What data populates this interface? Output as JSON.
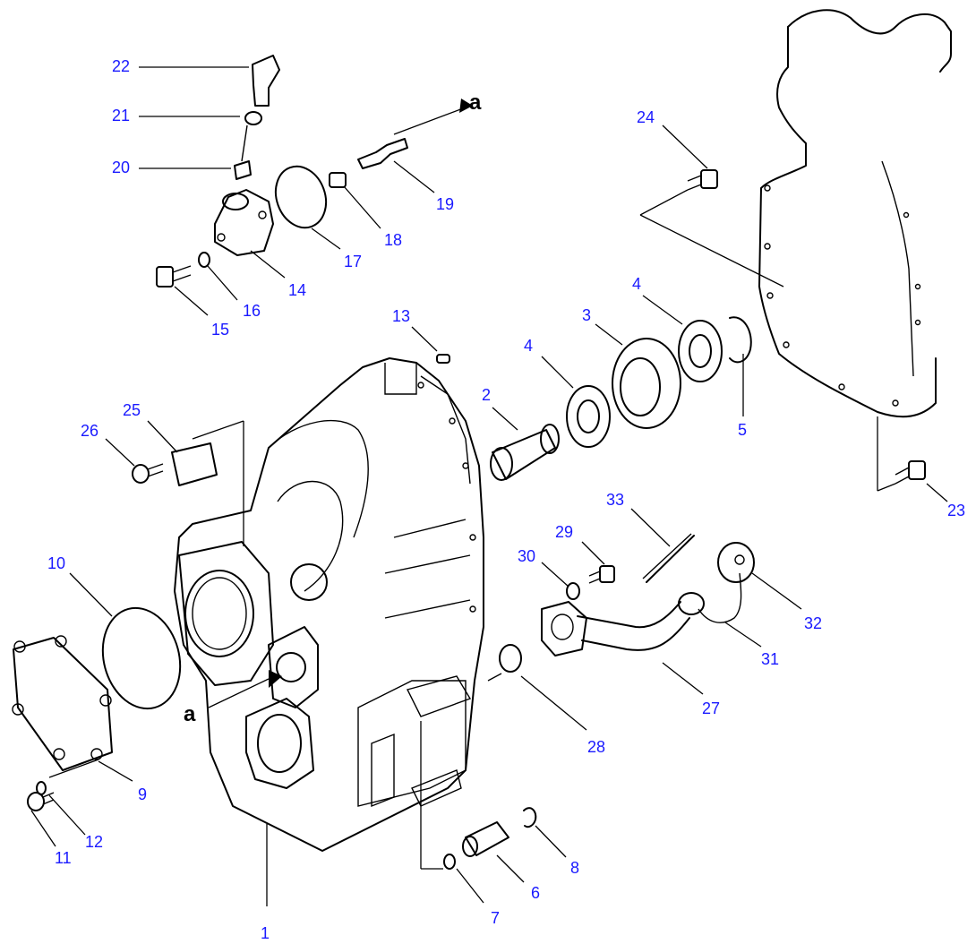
{
  "diagram": {
    "callouts": [
      {
        "id": "c1",
        "text": "1"
      },
      {
        "id": "c2",
        "text": "2"
      },
      {
        "id": "c3",
        "text": "3"
      },
      {
        "id": "c4a",
        "text": "4"
      },
      {
        "id": "c4b",
        "text": "4"
      },
      {
        "id": "c5",
        "text": "5"
      },
      {
        "id": "c6",
        "text": "6"
      },
      {
        "id": "c7",
        "text": "7"
      },
      {
        "id": "c8",
        "text": "8"
      },
      {
        "id": "c9",
        "text": "9"
      },
      {
        "id": "c10",
        "text": "10"
      },
      {
        "id": "c11",
        "text": "11"
      },
      {
        "id": "c12",
        "text": "12"
      },
      {
        "id": "c13",
        "text": "13"
      },
      {
        "id": "c14",
        "text": "14"
      },
      {
        "id": "c15",
        "text": "15"
      },
      {
        "id": "c16",
        "text": "16"
      },
      {
        "id": "c17",
        "text": "17"
      },
      {
        "id": "c18",
        "text": "18"
      },
      {
        "id": "c19",
        "text": "19"
      },
      {
        "id": "c20",
        "text": "20"
      },
      {
        "id": "c21",
        "text": "21"
      },
      {
        "id": "c22",
        "text": "22"
      },
      {
        "id": "c23",
        "text": "23"
      },
      {
        "id": "c24",
        "text": "24"
      },
      {
        "id": "c25",
        "text": "25"
      },
      {
        "id": "c26",
        "text": "26"
      },
      {
        "id": "c27",
        "text": "27"
      },
      {
        "id": "c28",
        "text": "28"
      },
      {
        "id": "c29",
        "text": "29"
      },
      {
        "id": "c30",
        "text": "30"
      },
      {
        "id": "c31",
        "text": "31"
      },
      {
        "id": "c32",
        "text": "32"
      },
      {
        "id": "c33",
        "text": "33"
      }
    ],
    "markers": [
      {
        "id": "m-a-top",
        "text": "a"
      },
      {
        "id": "m-a-left",
        "text": "a"
      }
    ],
    "colors": {
      "callout": "#1a1aff",
      "line": "#000000",
      "background": "#ffffff"
    }
  }
}
